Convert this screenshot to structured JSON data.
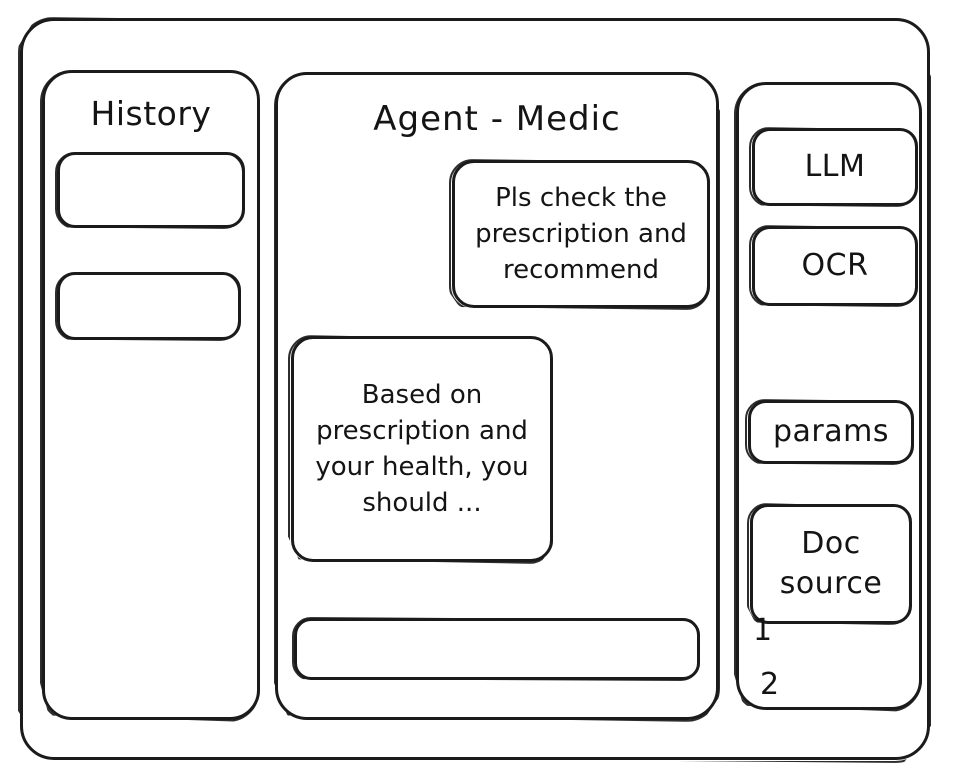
{
  "window": {
    "name": "wireframe-window"
  },
  "sidebar": {
    "title": "History",
    "items": [
      {
        "label": ""
      },
      {
        "label": ""
      }
    ]
  },
  "main": {
    "title": "Agent - Medic",
    "messages": [
      {
        "role": "user",
        "text": "Pls check the prescription and recommend"
      },
      {
        "role": "assistant",
        "text": "Based on prescription and your health, you should ..."
      }
    ],
    "composer": {
      "value": "",
      "placeholder": ""
    }
  },
  "tools": {
    "items": [
      {
        "label": "LLM"
      },
      {
        "label": "OCR"
      },
      {
        "label": "params"
      },
      {
        "label": "Doc source"
      }
    ],
    "references": [
      {
        "label": "1"
      },
      {
        "label": "2"
      }
    ]
  },
  "colors": {
    "ink": "#1b1b1b",
    "paper": "#ffffff"
  }
}
